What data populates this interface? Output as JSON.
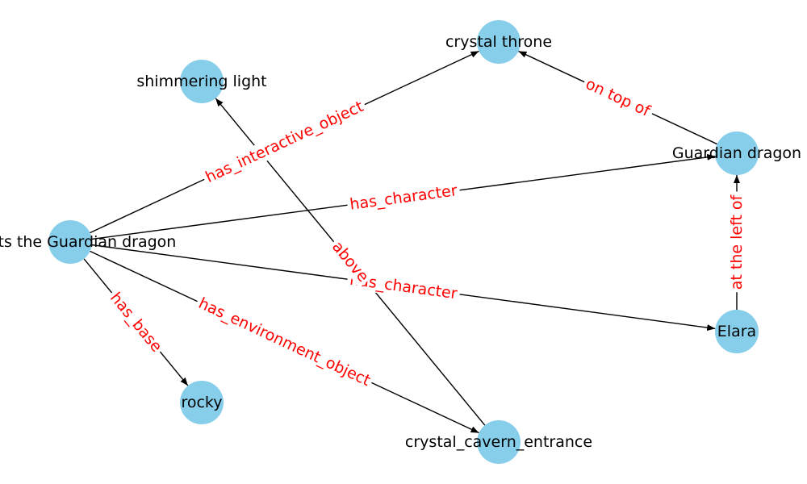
{
  "nodes": [
    {
      "id": "meets",
      "label": "meets the Guardian dragon"
    },
    {
      "id": "crystal_throne",
      "label": "crystal throne"
    },
    {
      "id": "shimmering_light",
      "label": "shimmering light"
    },
    {
      "id": "guardian_dragon",
      "label": "Guardian dragon"
    },
    {
      "id": "elara",
      "label": "Elara"
    },
    {
      "id": "rocky",
      "label": "rocky"
    },
    {
      "id": "cavern_entrance",
      "label": "crystal_cavern_entrance"
    }
  ],
  "edges": [
    {
      "source": "meets",
      "target": "crystal_throne",
      "label": "has_interactive_object"
    },
    {
      "source": "meets",
      "target": "guardian_dragon",
      "label": "has_character"
    },
    {
      "source": "meets",
      "target": "elara",
      "label": "has_character"
    },
    {
      "source": "meets",
      "target": "rocky",
      "label": "has_base"
    },
    {
      "source": "meets",
      "target": "cavern_entrance",
      "label": "has_environment_object"
    },
    {
      "source": "guardian_dragon",
      "target": "crystal_throne",
      "label": "on top of"
    },
    {
      "source": "elara",
      "target": "guardian_dragon",
      "label": "at the left of"
    },
    {
      "source": "cavern_entrance",
      "target": "shimmering_light",
      "label": "above"
    }
  ],
  "colors": {
    "node": "#87ceeb",
    "edge": "#000000",
    "edge_label": "#ff0000",
    "node_label": "#000000"
  }
}
